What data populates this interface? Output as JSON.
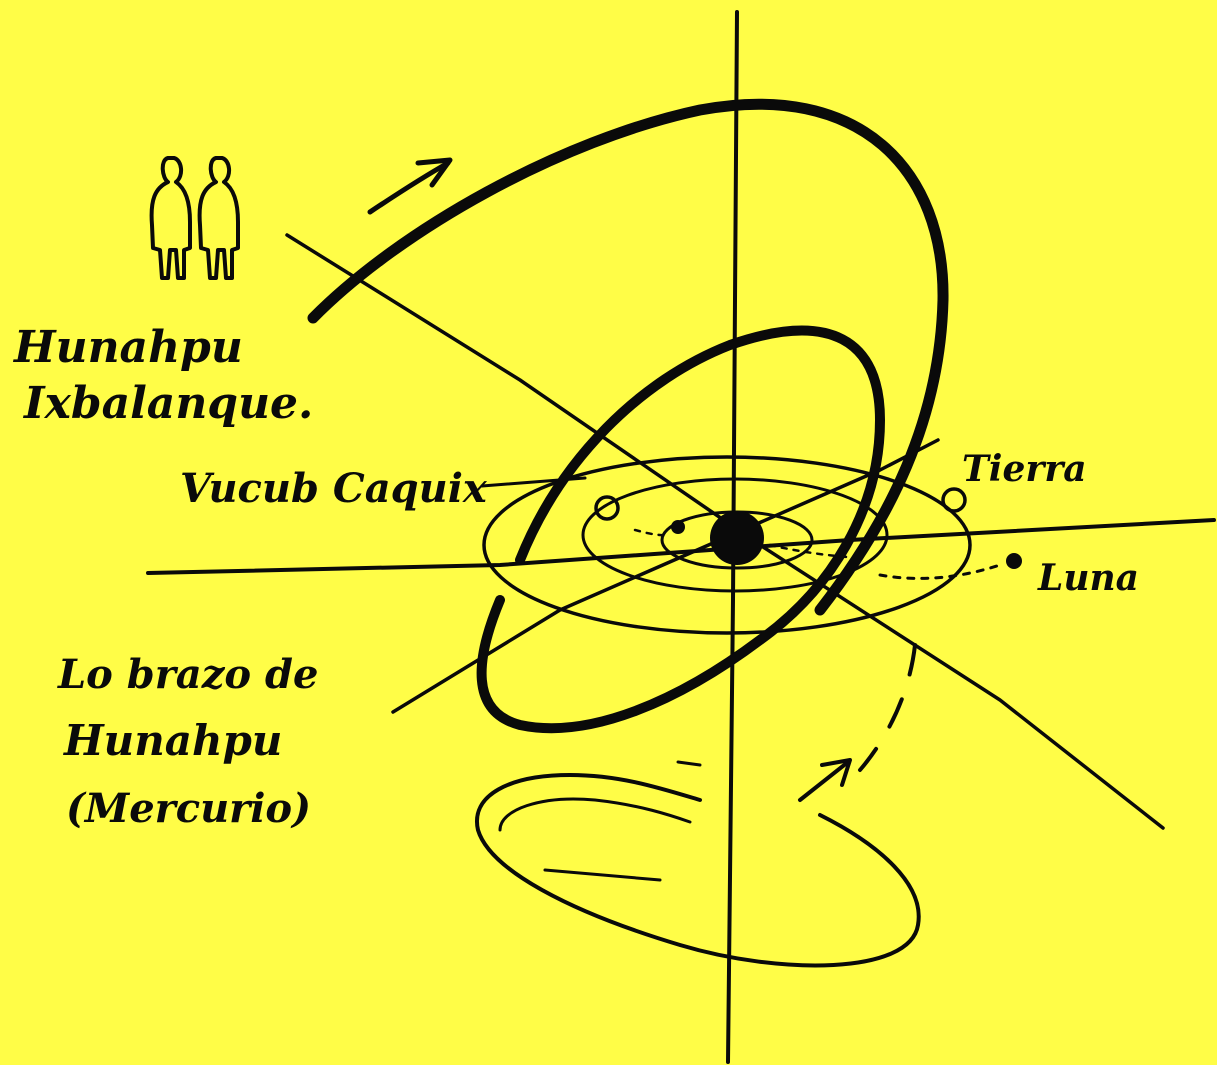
{
  "labels": {
    "twins_line1": "Hunahpu",
    "twins_line2": "Ixbalanque.",
    "vucub": "Vucub Caquix",
    "tierra": "Tierra",
    "luna": "Luna",
    "brazo_line1": "Lo brazo de",
    "brazo_line2": "Hunahpu",
    "brazo_line3": "(Mercurio)"
  },
  "colors": {
    "background": "#fffd47",
    "ink": "#0a0a0a"
  }
}
